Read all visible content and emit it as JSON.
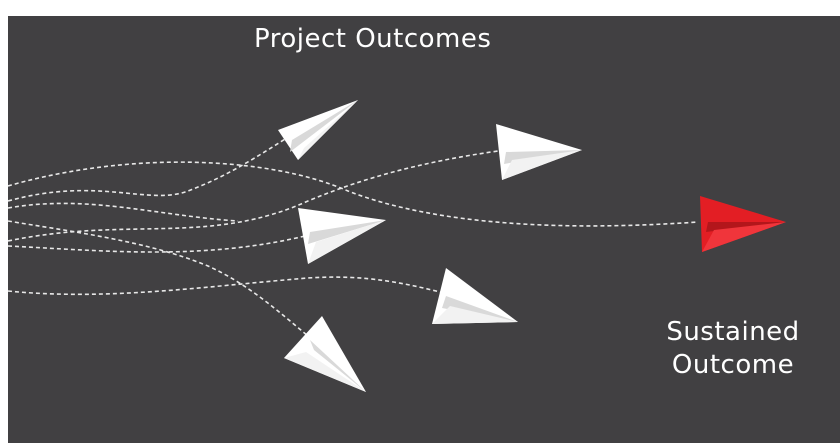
{
  "title": "Project Outcomes",
  "sustained_line1": "Sustained",
  "sustained_line2": "Outcome",
  "colors": {
    "background": "#414042",
    "plane_white": "#ffffff",
    "plane_red": "#e31e24",
    "trail": "#e8e8e8"
  },
  "icons": [
    "paper-plane-icon",
    "paper-plane-red-icon"
  ]
}
